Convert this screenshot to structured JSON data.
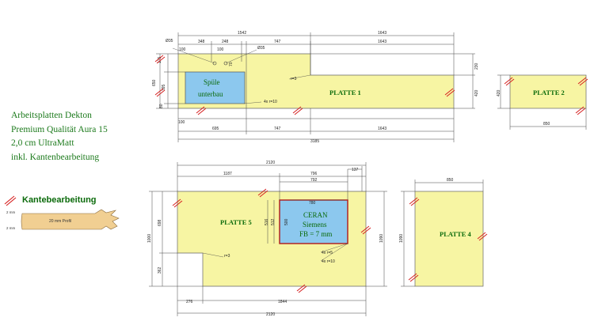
{
  "info": {
    "line1": "Arbeitsplatten Dekton",
    "line2": "Premium Qualität Aura 15",
    "line3": "2,0 cm UltraMatt",
    "line4": "inkl. Kantenbearbeitung"
  },
  "legend": {
    "title": "Kantebearbeitung",
    "profile": "20 mm Profil",
    "mm_top": "2 mm",
    "mm_bottom": "2 mm"
  },
  "plates": {
    "p1": "PLATTE 1",
    "p2": "PLATTE 2",
    "p4": "PLATTE 4",
    "p5": "PLATTE 5"
  },
  "cutouts": {
    "sink_line1": "Spüle",
    "sink_line2": "unterbau",
    "ceran_line1": "CERAN",
    "ceran_line2": "Siemens",
    "ceran_line3": "FB = 7 mm"
  },
  "dims": {
    "d1542": "1542",
    "d1643": "1643",
    "d35a": "Ø35",
    "d348": "348",
    "d248": "248",
    "d747": "747",
    "d1643b": "1643",
    "d35b": "Ø35",
    "d100a": "100",
    "d100b": "100",
    "d70": "70",
    "d175": "175",
    "d650": "650",
    "d395": "395",
    "d80": "80",
    "d230": "230",
    "d420": "420",
    "r3a": "r=3",
    "r10a": "4x r=10",
    "d100c": "100",
    "d695": "695",
    "d747b": "747",
    "d1643c": "1643",
    "d3185": "3185",
    "d420b": "420",
    "d850a": "850",
    "d2120a": "2120",
    "d1187": "1187",
    "d796": "796",
    "d792": "792",
    "d137": "137",
    "d780": "780",
    "d516": "516",
    "d512": "512",
    "d500": "500",
    "d1000a": "1000",
    "d698": "698",
    "d362": "362",
    "r3b": "r=3",
    "r5": "4x r=5",
    "r10b": "4x r=10",
    "d1090": "1090",
    "d276": "276",
    "d1844": "1844",
    "d2120b": "2120",
    "d850b": "850",
    "d1090b": "1090"
  },
  "colors": {
    "plate": "#f7f5a3",
    "cutout": "#8cc8ee",
    "edge_mark": "#d62020",
    "text_green": "#1c7a1c"
  }
}
